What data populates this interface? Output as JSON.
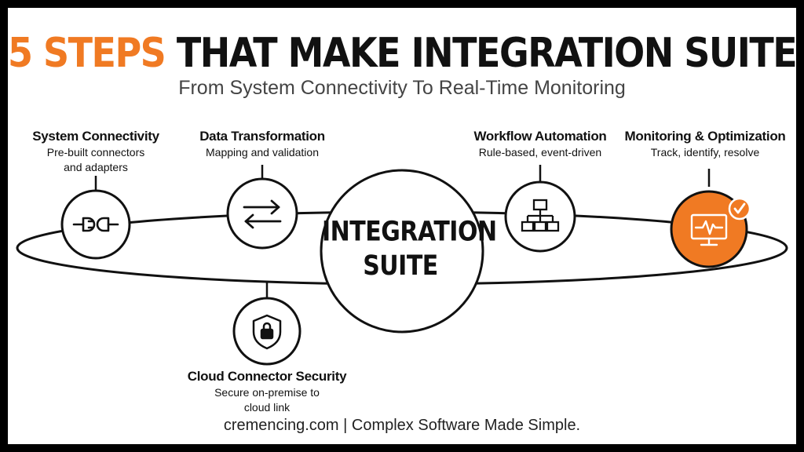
{
  "title": {
    "highlight": "5 STEPS",
    "rest": "THAT MAKE INTEGRATION SUITE WORK"
  },
  "subtitle": "From System Connectivity To Real-Time Monitoring",
  "center": {
    "line1": "INTEGRATION",
    "line2": "SUITE"
  },
  "steps": [
    {
      "title": "System Connectivity",
      "desc1": "Pre-built connectors",
      "desc2": "and adapters",
      "icon": "plug-icon"
    },
    {
      "title": "Data Transformation",
      "desc1": "Mapping and validation",
      "icon": "arrows-exchange-icon"
    },
    {
      "title": "Cloud Connector Security",
      "desc1": "Secure on-premise to",
      "desc2": "cloud link",
      "icon": "shield-lock-icon"
    },
    {
      "title": "Workflow Automation",
      "desc1": "Rule-based, event-driven",
      "icon": "workflow-tree-icon"
    },
    {
      "title": "Monitoring & Optimization",
      "desc1": "Track, identify, resolve",
      "icon": "monitor-pulse-icon",
      "badge": "check-icon"
    }
  ],
  "footer": "cremencing.com | Complex Software Made Simple.",
  "colors": {
    "accent": "#F07A23",
    "ink": "#111111",
    "background": "#FFFFFF",
    "frame": "#000000"
  }
}
